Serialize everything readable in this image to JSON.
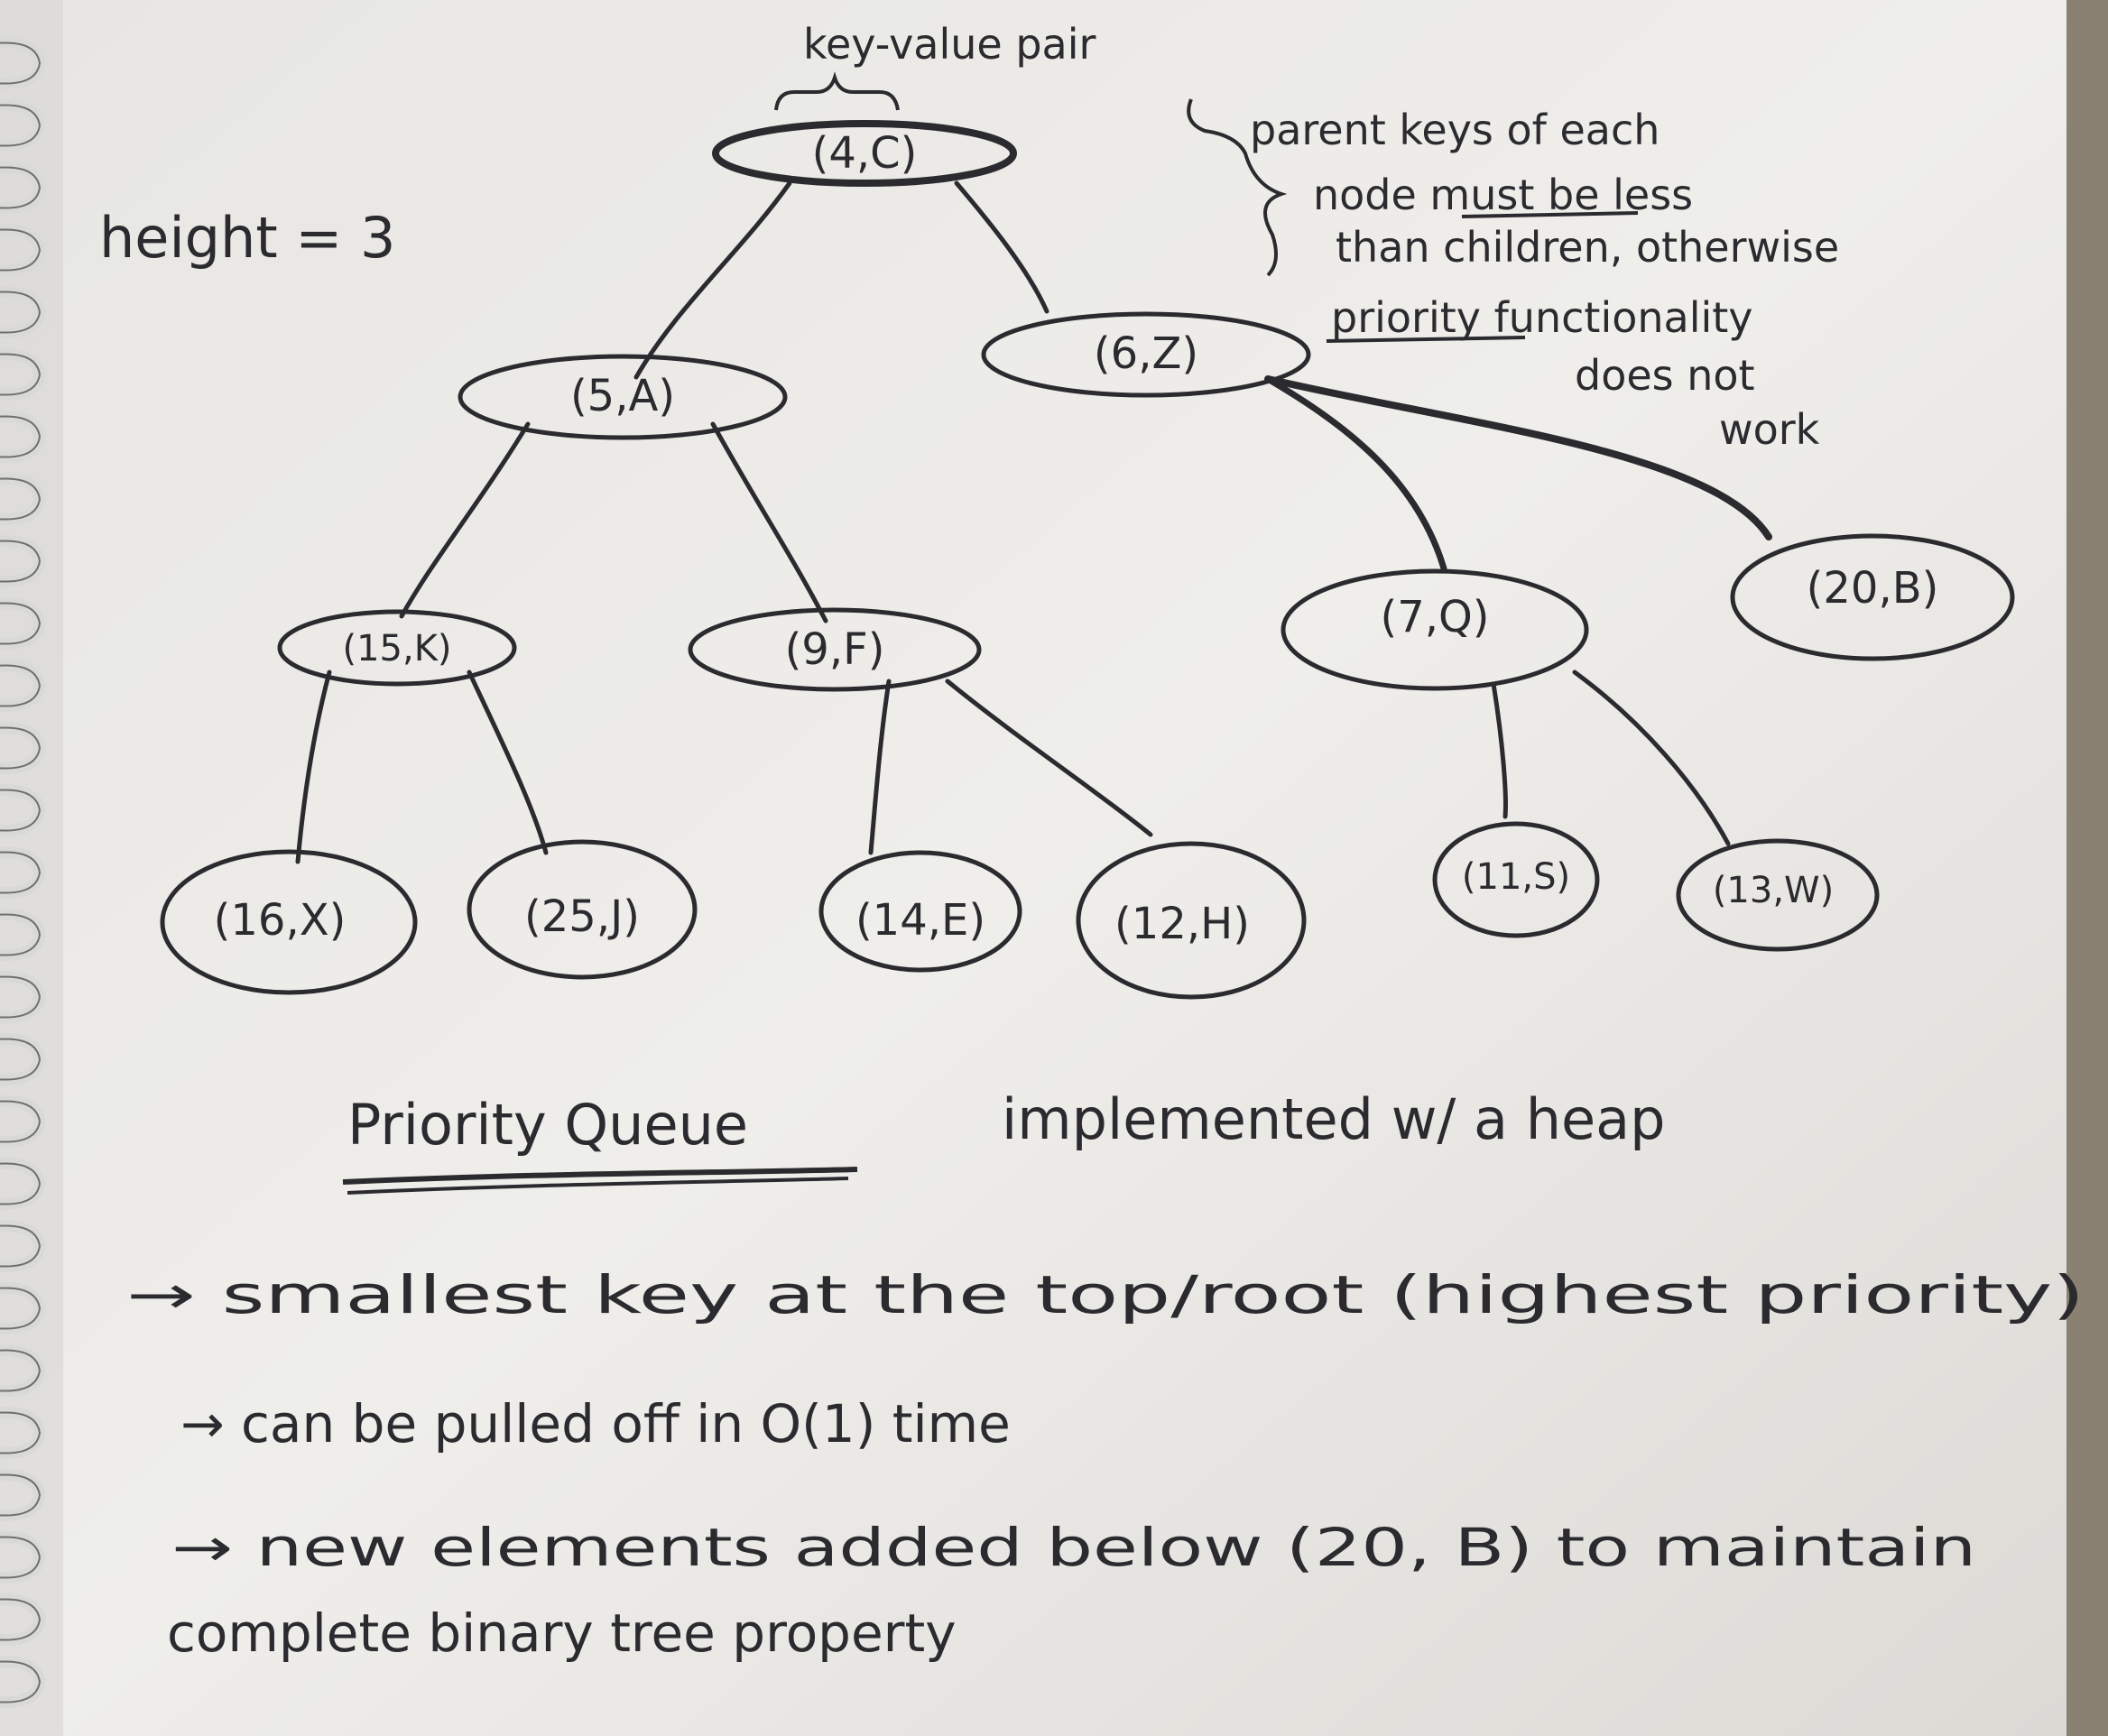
{
  "annotations": {
    "top_label": "key-value pair",
    "height_label": "height = 3",
    "side_note": [
      "parent keys of each",
      "node must be less",
      "than children, otherwise",
      "priority functionality",
      "does not",
      "work"
    ]
  },
  "tree": {
    "nodes": {
      "n4c": "(4,C)",
      "n5a": "(5,A)",
      "n6z": "(6,Z)",
      "n15k": "(15,K)",
      "n9f": "(9,F)",
      "n7q": "(7,Q)",
      "n20b": "(20,B)",
      "n16x": "(16,X)",
      "n25j": "(25,J)",
      "n14e": "(14,E)",
      "n12h": "(12,H)",
      "n11s": "(11,S)",
      "n13w": "(13,W)"
    }
  },
  "notes": {
    "title_word1": "Priority Queue",
    "title_word2": "implemented w/ a heap",
    "bullets": [
      "→ smallest key at the top/root (highest priority)",
      "→ can be pulled off in O(1) time",
      "→ new elements added below (20, B) to maintain"
    ],
    "bullet3_cont": "complete binary tree property"
  },
  "colors": {
    "paper": "#efeeeb",
    "ink": "#2b2a2e",
    "spiral": "#d9dad6"
  }
}
